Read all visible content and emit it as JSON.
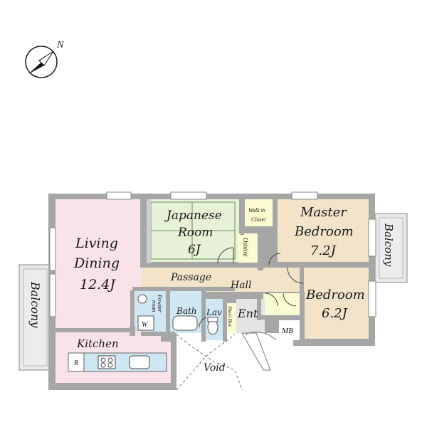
{
  "compass": {
    "label": "N"
  },
  "rooms": {
    "living": {
      "line1": "Living",
      "line2": "Dining",
      "size": "12.4J"
    },
    "japanese": {
      "line1": "Japanese",
      "line2": "Room",
      "size": "6J"
    },
    "master": {
      "line1": "Master",
      "line2": "Bedroom",
      "size": "7.2J"
    },
    "bedroom": {
      "line1": "Bedroom",
      "size": "6.2J"
    },
    "kitchen": {
      "label": "Kitchen"
    },
    "passage": {
      "label": "Passage"
    },
    "hall": {
      "label": "Hall"
    },
    "bath": {
      "label": "Bath"
    },
    "lav": {
      "label": "Lav"
    },
    "ent": {
      "label": "Ent"
    },
    "mb": {
      "label": "MB"
    },
    "shoes_box": {
      "label": "Shoes Box"
    },
    "powder_room": {
      "line1": "Powder",
      "line2": "room"
    },
    "w": {
      "label": "W"
    },
    "r": {
      "label": "R"
    },
    "oshiire": {
      "label": "Oshiire"
    },
    "walk_in_closet": {
      "line1": "Walk in",
      "line2": "Closet"
    },
    "void": {
      "label": "Void"
    },
    "balcony_left": {
      "label": "Balcony"
    },
    "balcony_right": {
      "label": "Balcony"
    }
  },
  "colors": {
    "wall": "#a6a6a6",
    "living": "#fae3e8",
    "japanese": "#e7f1d8",
    "bedroom": "#f2e3c9",
    "wet": "#cfe6f3",
    "closet": "#fbfbd2",
    "entrance": "#e4e4e4"
  }
}
